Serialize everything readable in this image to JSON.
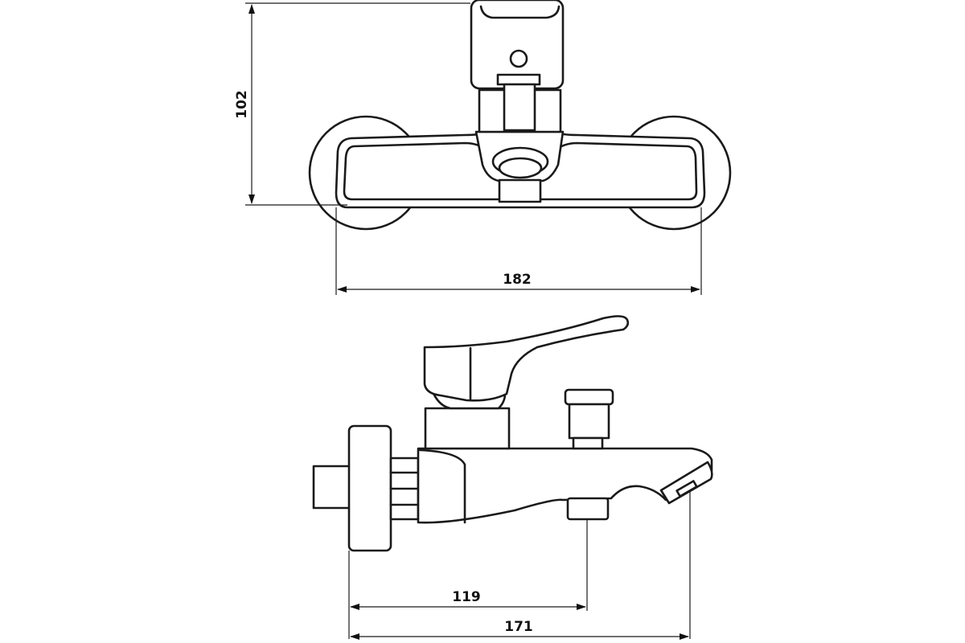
{
  "dimensions": {
    "top_height": "102",
    "top_width": "182",
    "side_spout_inlet": "119",
    "side_total_depth": "171"
  }
}
